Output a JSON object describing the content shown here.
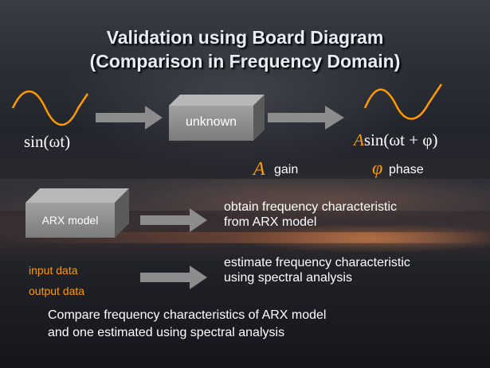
{
  "title": {
    "line1": "Validation using Board Diagram",
    "line2": "(Comparison in Frequency Domain)"
  },
  "system_diagram": {
    "input_label": "sin(ωt)",
    "box_label": "unknown",
    "output_label_amp": "A",
    "output_label_expr": "sin(ωt + φ)",
    "gain_symbol": "A",
    "gain_label": "gain",
    "phase_symbol": "φ",
    "phase_label": "phase"
  },
  "arx_row": {
    "box_label": "ARX model",
    "description_line1": "obtain frequency characteristic",
    "description_line2": "from ARX model"
  },
  "spectral_row": {
    "input_label": "input data",
    "output_label": "output data",
    "description_line1": "estimate frequency characteristic",
    "description_line2": "using spectral analysis"
  },
  "conclusion": {
    "line1": "Compare frequency characteristics of ARX model",
    "line2": "and one estimated using spectral analysis"
  },
  "colors": {
    "wave": "#ff9a00",
    "accent": "#ff9a00",
    "arrow": "#8c8c8c",
    "text": "#ffffff"
  },
  "icons": [
    "sine-wave-icon",
    "right-arrow-icon",
    "box-icon"
  ]
}
